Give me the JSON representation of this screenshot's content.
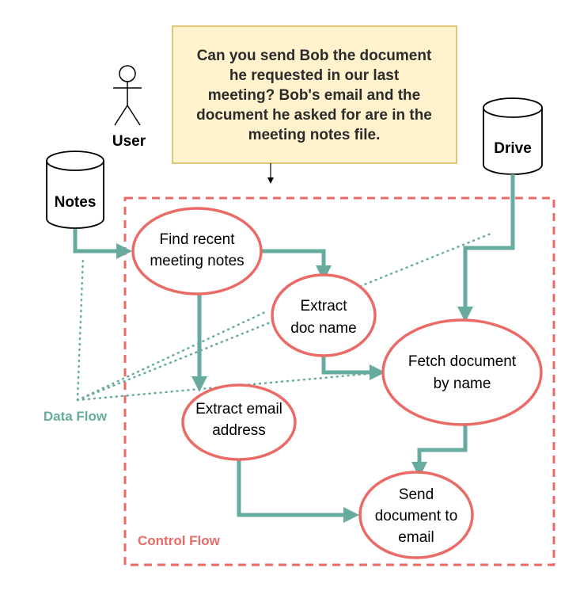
{
  "query": {
    "lines": [
      "Can you send Bob the document",
      "he requested in our last",
      "meeting? Bob's email and the",
      "document he asked for are in the",
      "meeting notes file."
    ]
  },
  "actors": {
    "user_label": "User"
  },
  "stores": {
    "notes_label": "Notes",
    "drive_label": "Drive"
  },
  "nodes": {
    "find_notes": [
      "Find recent",
      "meeting notes"
    ],
    "extract_doc": [
      "Extract",
      "doc name"
    ],
    "extract_email": [
      "Extract email",
      "address"
    ],
    "fetch_doc": [
      "Fetch document",
      "by name"
    ],
    "send_doc": [
      "Send",
      "document to",
      "email"
    ]
  },
  "legend": {
    "data_flow": "Data Flow",
    "control_flow": "Control Flow"
  },
  "colors": {
    "flow_green": "#67ab9f",
    "node_red": "#ea6b66",
    "query_fill": "#fff2cc",
    "query_stroke": "#d6b656"
  }
}
